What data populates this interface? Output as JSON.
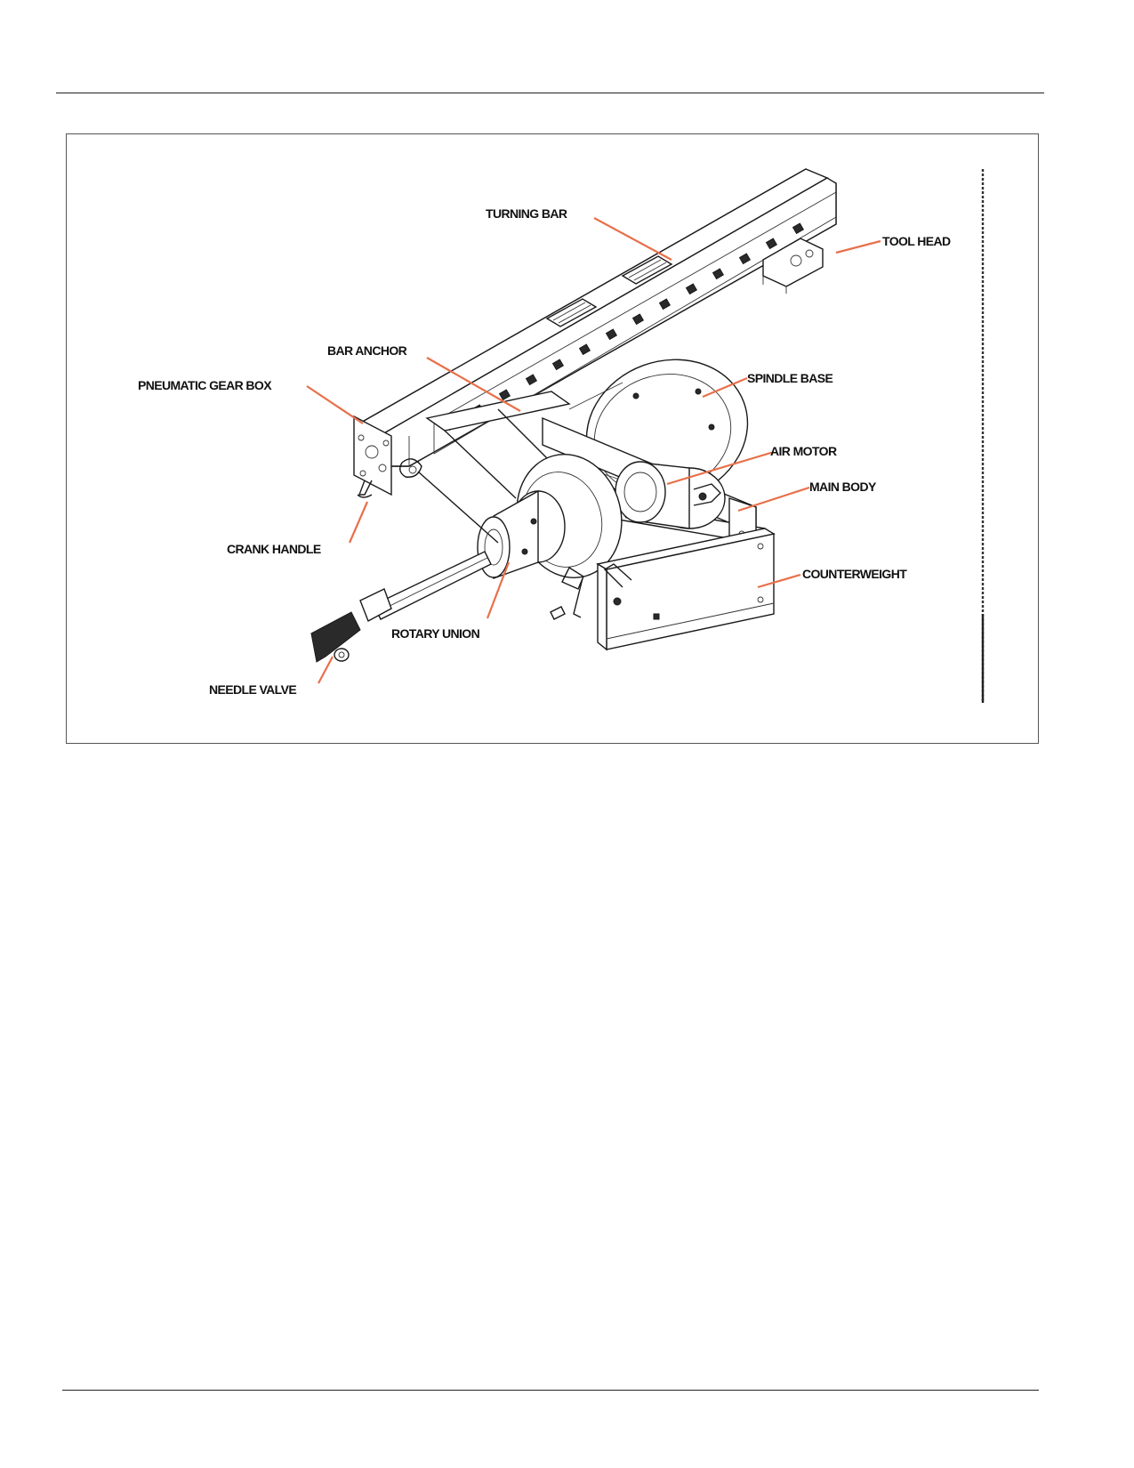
{
  "labels": {
    "turning_bar": "TURNING BAR",
    "tool_head": "TOOL HEAD",
    "bar_anchor": "BAR ANCHOR",
    "pneumatic_gear_box": "PNEUMATIC GEAR BOX",
    "spindle_base": "SPINDLE BASE",
    "air_motor": "AIR MOTOR",
    "main_body": "MAIN BODY",
    "crank_handle": "CRANK HANDLE",
    "counterweight": "COUNTERWEIGHT",
    "rotary_union": "ROTARY UNION",
    "needle_valve": "NEEDLE VALVE"
  },
  "colors": {
    "leader_line": "#e8704a",
    "drawing_ink": "#1a1a1a"
  }
}
